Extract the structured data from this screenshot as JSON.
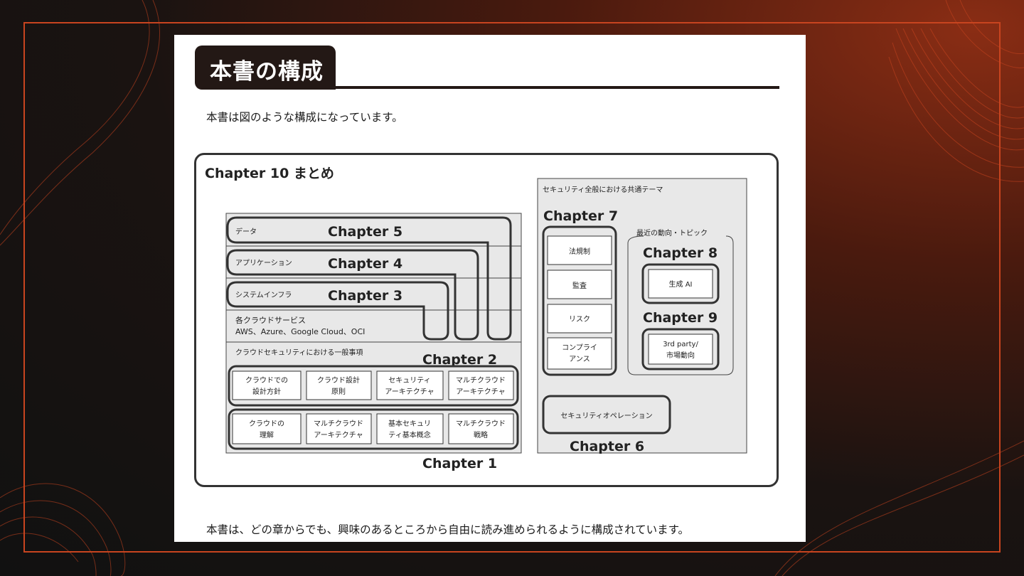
{
  "page": {
    "heading": "本書の構成",
    "intro": "本書は図のような構成になっています。",
    "outro": "本書は、どの章からでも、興味のあるところから自由に読み進められるように構成されています。"
  },
  "diagram": {
    "ch10": "Chapter 10  まとめ",
    "left": {
      "layers": [
        {
          "label": "データ",
          "chapter": "Chapter 5"
        },
        {
          "label": "アプリケーション",
          "chapter": "Chapter 4"
        },
        {
          "label": "システムインフラ",
          "chapter": "Chapter 3"
        }
      ],
      "cloud_services_line1": "各クラウドサービス",
      "cloud_services_line2": "AWS、Azure、Google Cloud、OCI",
      "general_label": "クラウドセキュリティにおける一般事項",
      "ch2": "Chapter 2",
      "ch2_boxes": [
        [
          "クラウドでの",
          "設計方針"
        ],
        [
          "クラウド設計",
          "原則"
        ],
        [
          "セキュリティ",
          "アーキテクチャ"
        ],
        [
          "マルチクラウド",
          "アーキテクチャ"
        ]
      ],
      "ch1_boxes": [
        [
          "クラウドの",
          "理解"
        ],
        [
          "マルチクラウド",
          "アーキテクチャ"
        ],
        [
          "基本セキュリ",
          "ティ基本概念"
        ],
        [
          "マルチクラウド",
          "戦略"
        ]
      ],
      "ch1": "Chapter 1"
    },
    "right": {
      "common_theme": "セキュリティ全般における共通テーマ",
      "ch7": "Chapter 7",
      "ch7_items": [
        [
          "法規制"
        ],
        [
          "監査"
        ],
        [
          "リスク"
        ],
        [
          "コンプライ",
          "アンス"
        ]
      ],
      "recent_label": "最近の動向・トピック",
      "ch8": "Chapter 8",
      "ch8_item": "生成 AI",
      "ch9": "Chapter 9",
      "ch9_item_line1": "3rd party/",
      "ch9_item_line2": "市場動向",
      "ops_label": "セキュリティオペレーション",
      "ch6": "Chapter 6"
    }
  }
}
